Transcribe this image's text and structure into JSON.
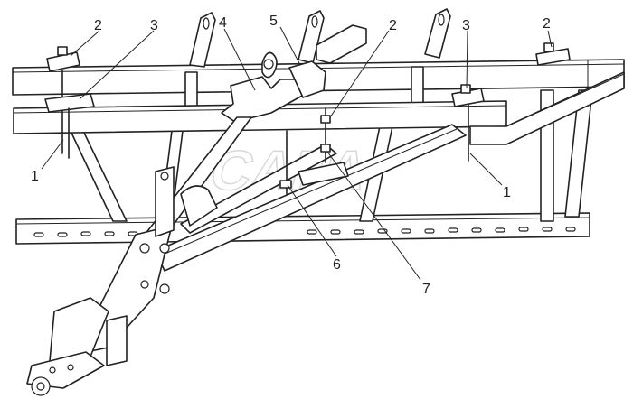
{
  "labels": {
    "l1_left": "1",
    "l1_right": "1",
    "l2_left": "2",
    "l2_mid": "2",
    "l2_right": "2",
    "l3_left": "3",
    "l3_right": "3",
    "l4": "4",
    "l5": "5",
    "l6": "6",
    "l7": "7"
  },
  "watermark": "CAPA",
  "colors": {
    "line": "#222222",
    "background": "#ffffff",
    "watermark": "#dddddd"
  }
}
